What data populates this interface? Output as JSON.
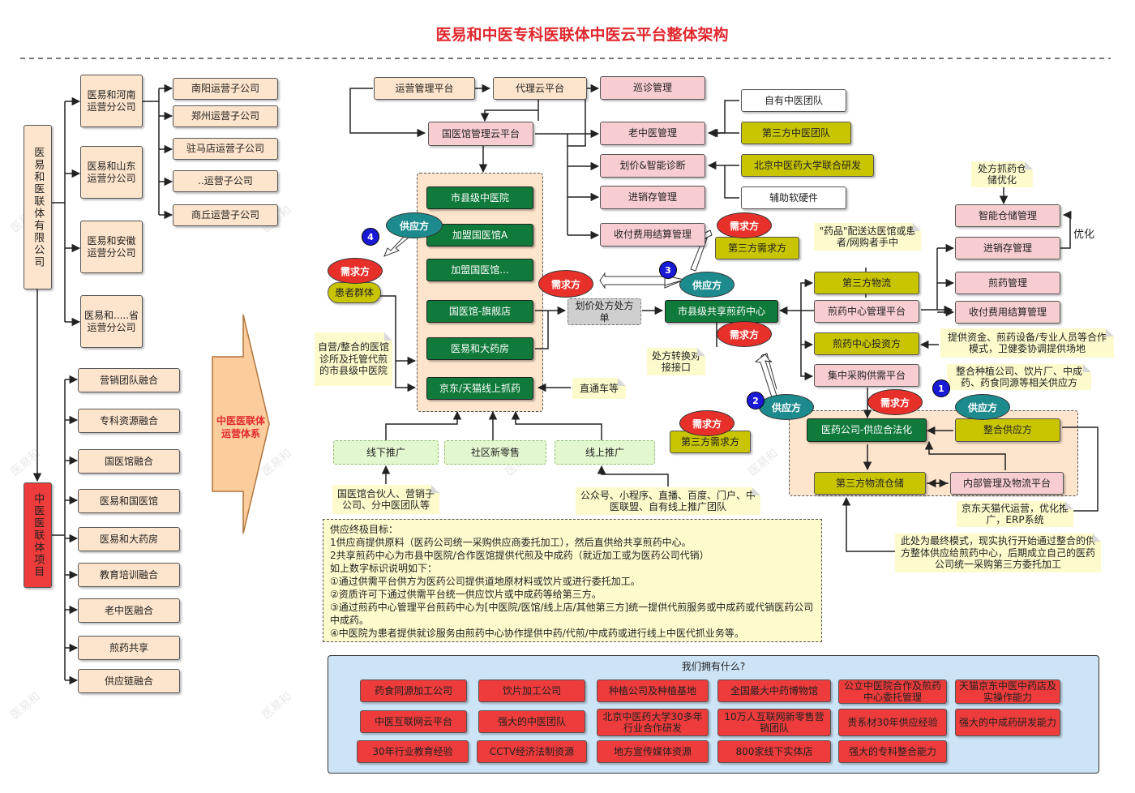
{
  "title": "医易和中医专科医联体中医云平台整体架构",
  "watermark": "医易和",
  "colors": {
    "title": "#e0282e",
    "pink": "#f8cdd1",
    "olive": "#c9c400",
    "green": "#0f7a3a",
    "peach": "#fde4cc",
    "red": "#ee3b3b",
    "teal": "#1d8b8e",
    "blue": "#1a1ad6"
  },
  "left": {
    "company": "医易和医联体有限公司",
    "branches": [
      "医易和河南运营分公司",
      "医易和山东运营分公司",
      "医易和安徽运营分公司",
      "医易和.....省运营分公司"
    ],
    "subs": [
      "南阳运营子公司",
      "郑州运营子公司",
      "驻马店运营子公司",
      "..运营子公司",
      "商丘运营子公司"
    ],
    "project": "中医医联体项目",
    "fusion": [
      "营销团队融合",
      "专科资源融合",
      "国医馆融合",
      "医易和国医馆",
      "医易和大药房",
      "教育培训融合",
      "老中医融合",
      "煎药共享",
      "供应链融合"
    ],
    "arrow_label": "中医医联体运营体系"
  },
  "top": {
    "ops_platform": "运营管理平台",
    "agent_cloud": "代理云平台",
    "gyg_cloud": "国医馆管理云平台",
    "patrol": "巡诊管理",
    "old_doctor": "老中医管理",
    "pricing": "划价&智能诊断",
    "inventory": "进销存管理",
    "billing": "收付费用结算管理",
    "own_team": "自有中医团队",
    "third_team": "第三方中医团队",
    "bucm": "北京中医药大学联合研发",
    "hardware": "辅助软硬件"
  },
  "center": {
    "nodes": [
      "市县级中医院",
      "加盟国医馆A",
      "加盟国医馆...",
      "国医馆-旗舰店",
      "医易和大药房",
      "京东/天猫线上抓药"
    ],
    "patients": "患者群体",
    "demand": "需求方",
    "supply": "供应方",
    "prescription": "划价处方处方单",
    "self_note": "自营/整合的医馆诊所及托管代煎的市县级中医院",
    "direct": "直通车等",
    "promo": [
      "线下推广",
      "社区新零售",
      "线上推广"
    ],
    "promo_note_1": "国医馆合伙人、营销子公司、分中医团队等",
    "promo_note_2": "公众号、小程序、直播、百度、门户、中医联盟、自有线上推广团队",
    "interface_note": "处方转换对接接口",
    "third_demand": "第三方需求方"
  },
  "right": {
    "shared_center": "市县级共享煎药中心",
    "logistics": "第三方物流",
    "decoct_platform": "煎药中心管理平台",
    "investor": "煎药中心投资方",
    "procurement": "集中采购供需平台",
    "drug_note": "\"药品\"配送达医馆或患者/网购者手中",
    "warehouse_note": "处方抓药仓储优化",
    "smart_wh": "智能仓储管理",
    "inventory2": "进销存管理",
    "decoct_mgmt": "煎药管理",
    "billing2": "收付费用结算管理",
    "optimize": "优化",
    "investor_note": "提供资金、煎药设备/专业人员等合作模式，卫健委协调提供场地",
    "supplier_note": "整合种植公司、饮片厂、中成药、药食同源等相关供应方",
    "pharma": "医药公司-供应合法化",
    "integrated_supply": "整合供应方",
    "third_storage": "第三方物流仓储",
    "internal_mgmt": "内部管理及物流平台",
    "jd_note": "京东天猫代运营，优化推广，ERP系统",
    "final_note": "此处为最终模式，现实执行开始通过整合的供方整体供应给煎药中心，后期成立自己的医药公司统一采购第三方委托加工"
  },
  "goals": {
    "lines": [
      "供应终极目标：",
      "1供应商提供原料（医药公司统一采购供应商委托加工），然后直供给共享煎药中心。",
      "2共享煎药中心为市县中医院/合作医馆提供代煎及中成药（就近加工或为医药公司代销）",
      "如上数字标识说明如下：",
      "①通过供需平台供方为医药公司提供道地原材料或饮片或进行委托加工。",
      "②资质许可下通过供需平台统一供应饮片或中成药等给第三方。",
      "③通过煎药中心管理平台煎药中心为[中医院/医馆/线上店/其他第三方]统一提供代煎服务或中成药或代销医药公司中成药。",
      "④中医院为患者提供就诊服务由煎药中心协作提供中药/代煎/中成药或进行线上中医代抓业务等。"
    ]
  },
  "have": {
    "title": "我们拥有什么?",
    "items": [
      "药食同源加工公司",
      "饮片加工公司",
      "种植公司及种植基地",
      "全国最大中药博物馆",
      "公立中医院合作及煎药中心委托管理",
      "天猫京东中医中药店及实操作能力",
      "中医互联网云平台",
      "强大的中医团队",
      "北京中医药大学30多年行业合作研发",
      "10万人互联网新零售营销团队",
      "贵系材30年供应经验",
      "强大的中成药研发能力",
      "30年行业教育经验",
      "CCTV经济法制资源",
      "地方宣传媒体资源",
      "800家线下实体店",
      "强大的专科整合能力"
    ]
  }
}
